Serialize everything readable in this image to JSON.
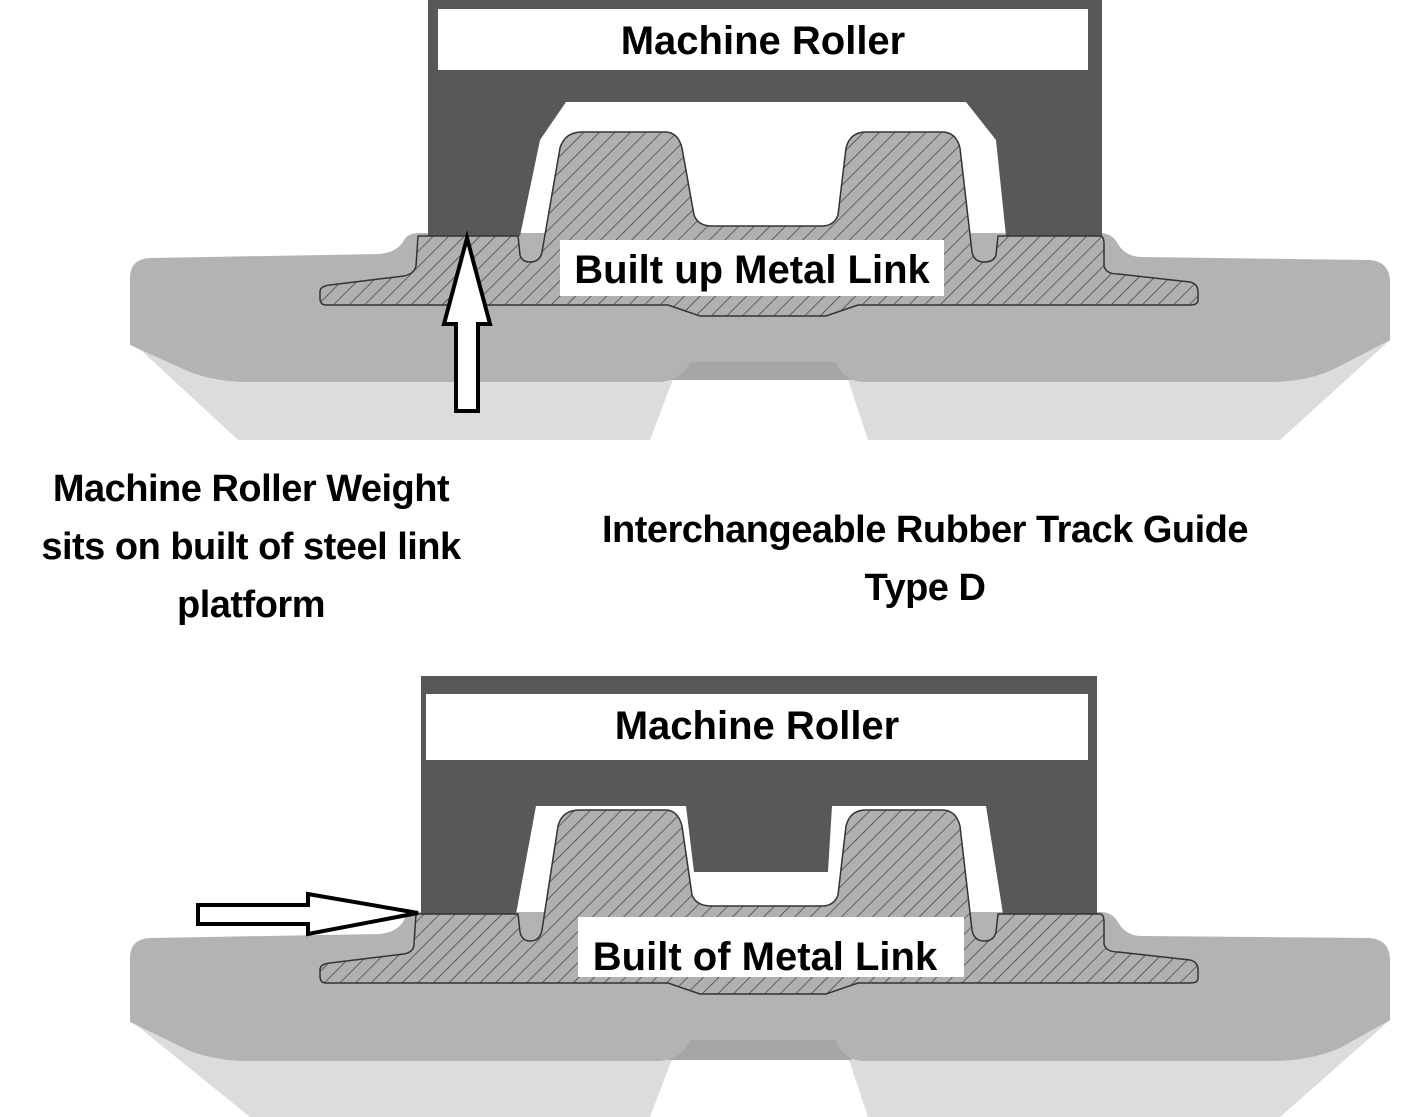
{
  "colors": {
    "roller": "#5a5857",
    "rubber_upper": "#b3b3b3",
    "rubber_lower": "#dcdcdc",
    "rubber_recess": "#a6a6a6",
    "metal_link": "#b0b0b0",
    "hatch": "#333333",
    "label_bg": "#ffffff",
    "arrow_fill": "#ffffff",
    "arrow_stroke": "#000000"
  },
  "top_diagram": {
    "roller_label": "Machine Roller",
    "link_label": "Built up Metal Link",
    "arrow_direction": "up"
  },
  "bottom_diagram": {
    "roller_label": "Machine Roller",
    "link_label": "Built of Metal Link",
    "arrow_direction": "right"
  },
  "captions": {
    "left": [
      "Machine Roller Weight",
      "sits on built of steel link",
      "platform"
    ],
    "right": [
      "Interchangeable Rubber Track Guide",
      "Type D"
    ]
  }
}
